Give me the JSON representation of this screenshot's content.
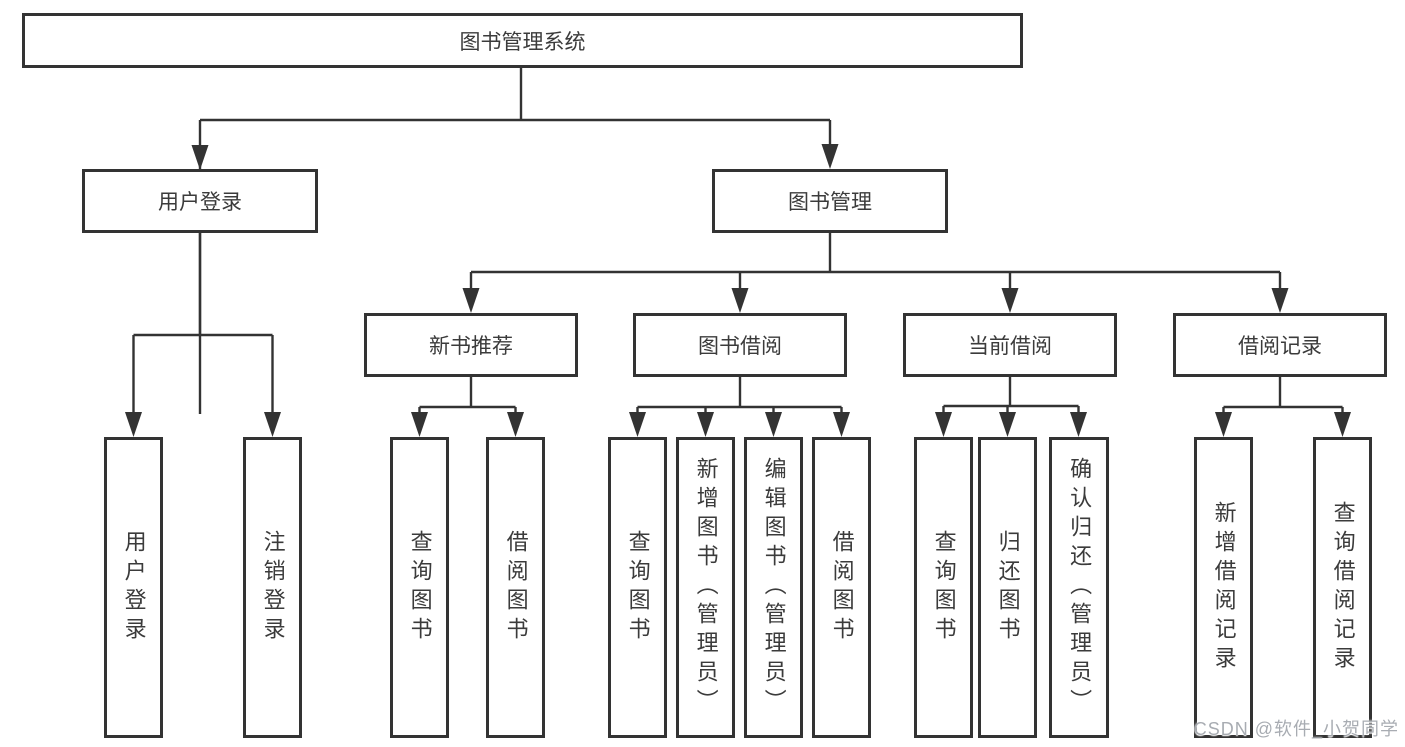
{
  "diagram": {
    "watermark": "CSDN @软件_小贺同学",
    "colors": {
      "line": "#333333",
      "box_border": "#333333",
      "box_fill": "#ffffff",
      "text": "#3b3b3b",
      "background": "#ffffff",
      "watermark": "#9ea3aa"
    },
    "root": {
      "label": "图书管理系统"
    },
    "branches": [
      {
        "label": "用户登录",
        "children": [
          {
            "label": "用户登录"
          },
          {
            "label": "注销登录"
          }
        ]
      },
      {
        "label": "图书管理",
        "children": [
          {
            "label": "新书推荐",
            "children": [
              {
                "label": "查询图书"
              },
              {
                "label": "借阅图书"
              }
            ]
          },
          {
            "label": "图书借阅",
            "children": [
              {
                "label": "查询图书"
              },
              {
                "label": "新增图书（管理员）"
              },
              {
                "label": "编辑图书（管理员）"
              },
              {
                "label": "借阅图书"
              }
            ]
          },
          {
            "label": "当前借阅",
            "children": [
              {
                "label": "查询图书"
              },
              {
                "label": "归还图书"
              },
              {
                "label": "确认归还（管理员）"
              }
            ]
          },
          {
            "label": "借阅记录",
            "children": [
              {
                "label": "新增借阅记录"
              },
              {
                "label": "查询借阅记录"
              }
            ]
          }
        ]
      }
    ]
  }
}
